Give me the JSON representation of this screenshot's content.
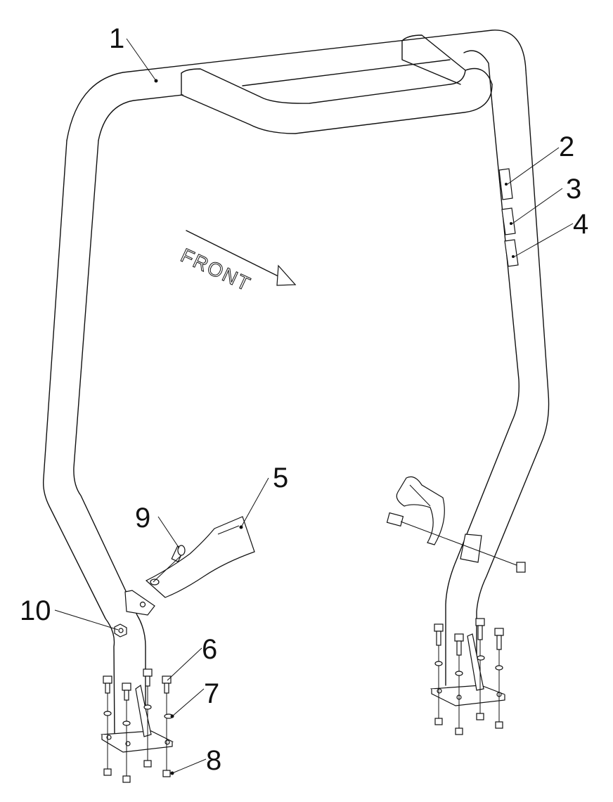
{
  "diagram": {
    "direction_label": "FRONT",
    "callouts": [
      {
        "id": "1",
        "label": "1"
      },
      {
        "id": "2",
        "label": "2"
      },
      {
        "id": "3",
        "label": "3"
      },
      {
        "id": "4",
        "label": "4"
      },
      {
        "id": "5",
        "label": "5"
      },
      {
        "id": "6",
        "label": "6"
      },
      {
        "id": "7",
        "label": "7"
      },
      {
        "id": "8",
        "label": "8"
      },
      {
        "id": "9",
        "label": "9"
      },
      {
        "id": "10",
        "label": "10"
      }
    ]
  }
}
